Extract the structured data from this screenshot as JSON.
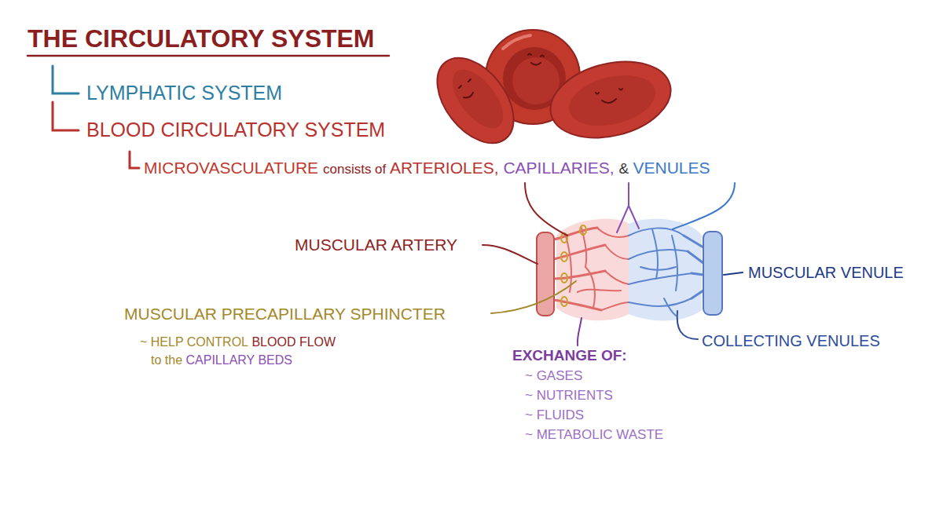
{
  "diagram": {
    "title": "THE CIRCULATORY SYSTEM",
    "labels": [
      "LYMPHATIC SYSTEM",
      "BLOOD CIRCULATORY SYSTEM",
      "MICROVASCULATURE",
      "consists of",
      "ARTERIOLES,",
      "CAPILLARIES,",
      "&",
      "VENULES",
      "MUSCULAR ARTERY",
      "MUSCULAR VENULE",
      "MUSCULAR PRECAPILLARY SPHINCTER",
      "~ HELP CONTROL",
      "BLOOD FLOW",
      "to the",
      "CAPILLARY BEDS",
      "COLLECTING VENULES",
      "EXCHANGE OF:",
      "~ GASES",
      "~ NUTRIENTS",
      "~ FLUIDS",
      "~ METABOLIC WASTE"
    ]
  }
}
